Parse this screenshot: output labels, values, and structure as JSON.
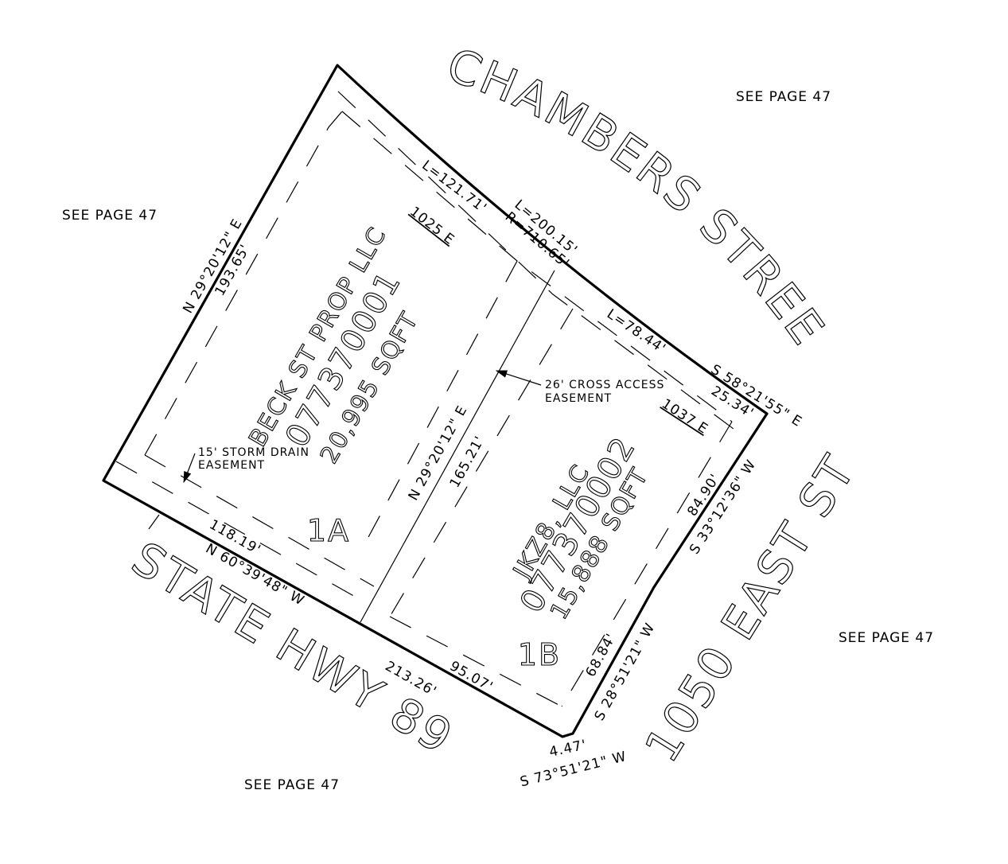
{
  "streets": {
    "north": "CHAMBERS STREET",
    "south": "STATE HWY 89",
    "east": "1050 EAST ST"
  },
  "see_page": {
    "top_right": "SEE PAGE 47",
    "left": "SEE PAGE 47",
    "right": "SEE PAGE 47",
    "bottom": "SEE PAGE 47"
  },
  "lots": {
    "lot_1a": {
      "label": "1A",
      "owner": "BECK ST PROP LLC",
      "parcel": "077370001",
      "area": "20,995 SQFT",
      "address": "1025 E"
    },
    "lot_1b": {
      "label": "1B",
      "owner": "JKZ8, LLC",
      "parcel": "077370002",
      "area": "15,888 SQFT",
      "address": "1037 E"
    }
  },
  "dimensions": {
    "west_bearing": "N 29°20'12\" E",
    "west_length": "193.65'",
    "south_bearing": "N 60°39'48\" W",
    "south_1a": "118.19'",
    "south_total": "213.26'",
    "south_1b": "95.07'",
    "divider_bearing": "N 29°20'12\" E",
    "divider_length": "165.21'",
    "arc_1a": "L=121.71'",
    "arc_total_l": "L=200.15'",
    "arc_total_r": "R=710.65'",
    "arc_1b": "L=78.44'",
    "ne_bearing": "S 58°21'55\" E",
    "ne_length": "25.34'",
    "east_upper_length": "84.90'",
    "east_upper_bearing": "S 33°12'36\" W",
    "east_lower_length": "68.84'",
    "east_lower_bearing": "S 28°51'21\" W",
    "sw_corner_length": "4.47'",
    "sw_corner_bearing": "S 73°51'21\" W"
  },
  "notes": {
    "cross_access_1": "26' CROSS ACCESS",
    "cross_access_2": "EASEMENT",
    "storm_drain_1": "15' STORM DRAIN",
    "storm_drain_2": "EASEMENT"
  }
}
